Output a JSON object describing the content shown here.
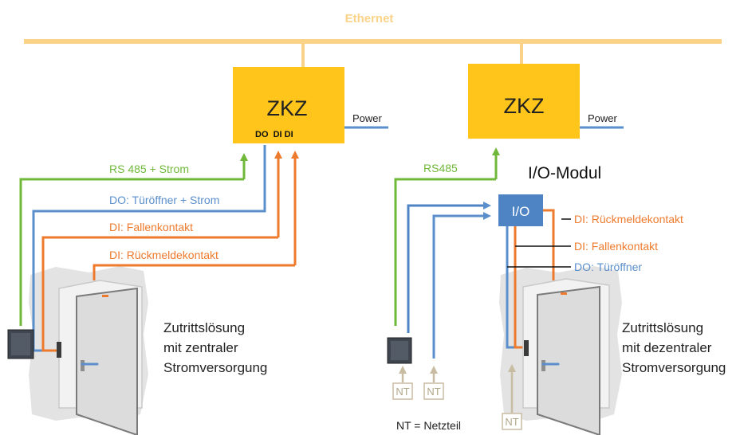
{
  "network": {
    "label": "Ethernet"
  },
  "colors": {
    "ethernet": "#FAD389",
    "zkz_box": "#FFC51A",
    "green": "#70B83A",
    "blue": "#5B8FCC",
    "orange": "#EE7A2E",
    "beige": "#C8BCA2",
    "io_box": "#4F84C4"
  },
  "left_system": {
    "controller_label": "ZKZ",
    "ports_label": "DO  DI DI",
    "power_label": "Power",
    "lines": {
      "rs485": "RS 485 + Strom",
      "door_opener": "DO: Türöffner + Strom",
      "latch_contact": "DI: Fallenkontakt",
      "feedback_contact": "DI: Rückmeldekontakt"
    },
    "caption": [
      "Zutrittslösung",
      "mit zentraler",
      "Stromversorgung"
    ]
  },
  "right_system": {
    "controller_label": "ZKZ",
    "power_label": "Power",
    "rs485_label": "RS485",
    "io_module_title": "I/O-Modul",
    "io_box_label": "I/O",
    "lines": {
      "feedback_contact": "DI: Rückmeldekontakt",
      "latch_contact": "DI: Fallenkontakt",
      "door_opener": "DO: Türöffner"
    },
    "psu_label": "NT",
    "psu_legend": "NT = Netzteil",
    "caption": [
      "Zutrittslösung",
      "mit dezentraler",
      "Stromversorgung"
    ]
  }
}
